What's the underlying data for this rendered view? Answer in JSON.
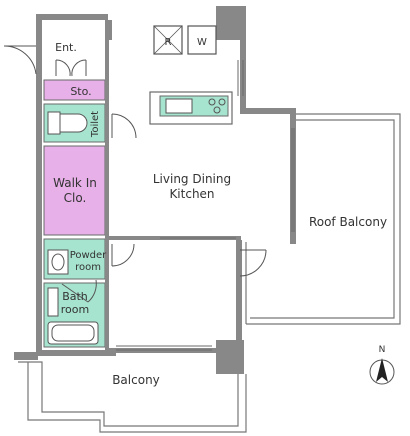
{
  "rooms": {
    "entrance": "Ent.",
    "storage": "Sto.",
    "toilet": "Toilet",
    "walk_in_line1": "Walk  In",
    "walk_in_line2": "Clo.",
    "ldk_line1": "Living Dining",
    "ldk_line2": "Kitchen",
    "powder_line1": "Powder",
    "powder_line2": "room",
    "bath_line1": "Bath",
    "bath_line2": "room",
    "roof_balcony": "Roof Balcony",
    "balcony": "Balcony"
  },
  "fixtures": {
    "refrigerator": "R",
    "washer": "W"
  },
  "compass": {
    "label": "N"
  },
  "colors": {
    "wall": "#888888",
    "pink": "#e7b0e8",
    "green": "#a7e4cf",
    "outline": "#6a6a6a"
  }
}
